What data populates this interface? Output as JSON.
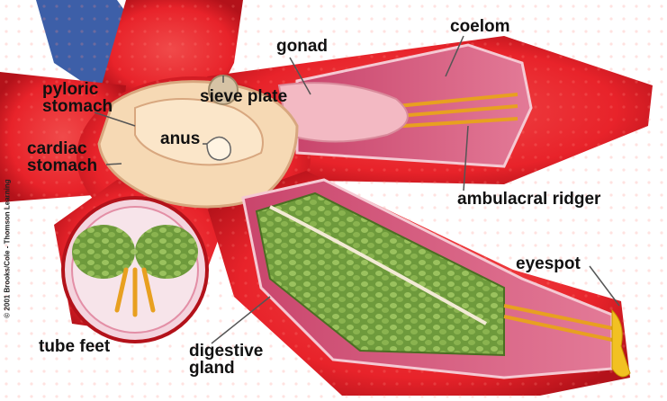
{
  "figure": {
    "labels": {
      "gonad": "gonad",
      "coelom": "coelom",
      "pyloric_stomach": [
        "pyloric",
        "stomach"
      ],
      "sieve_plate": "sieve plate",
      "anus": "anus",
      "cardiac_stomach": [
        "cardiac",
        "stomach"
      ],
      "ambulacral_ridge": "ambulacral ridger",
      "eyespot": "eyespot",
      "tube_feet": "tube feet",
      "digestive_gland": [
        "digestive",
        "gland"
      ]
    },
    "credit": "© 2001 Brooks/Cole - Thomson Learning"
  },
  "colors": {
    "body_red": "#e8232a",
    "body_dark": "#b3121a",
    "cavity_pink": "#d9577a",
    "organ_cream": "#f6d9b4",
    "gonad_pink": "#f3b9c3",
    "gland_green": "#6e9a3c",
    "ridge_orange": "#e8a020",
    "star_blue": "#3d5fa8"
  }
}
